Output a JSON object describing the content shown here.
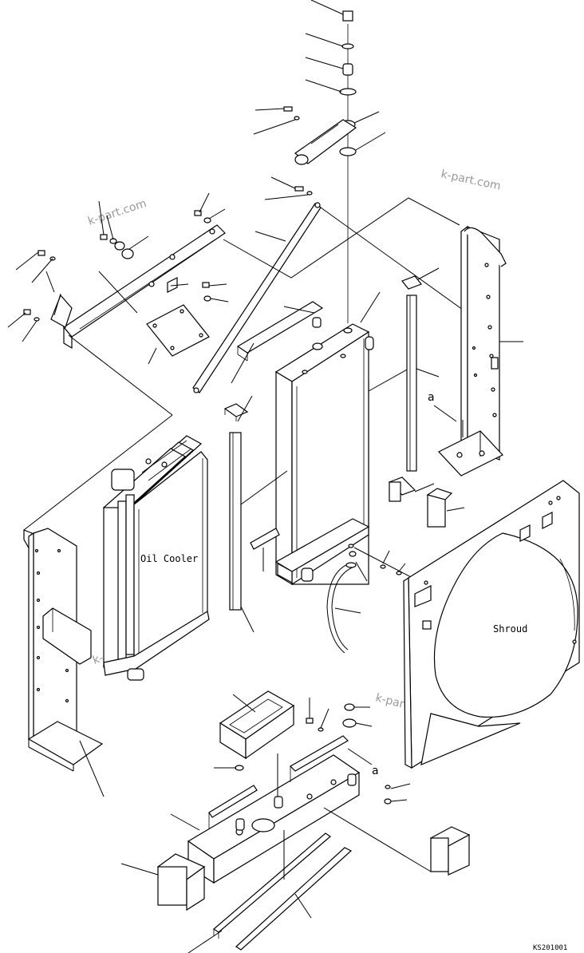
{
  "labels": {
    "oil_cooler": "Oil Cooler",
    "shroud": "Shroud",
    "callout_a_upper": "a",
    "callout_a_lower": "a",
    "drawing_code": "KS201001"
  },
  "watermarks": [
    "k-part.com",
    "k-part.com",
    "k-part.com",
    "k-part.com"
  ]
}
